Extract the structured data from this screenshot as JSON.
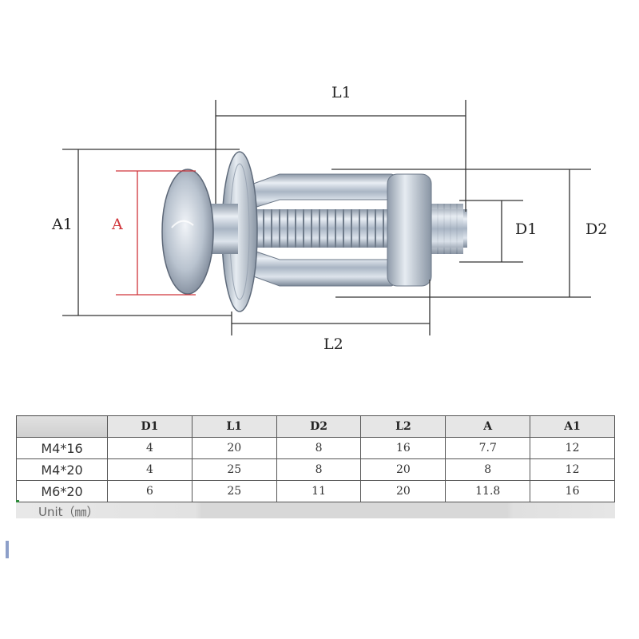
{
  "diagram": {
    "labels": {
      "l1": "L1",
      "l2": "L2",
      "a1": "A1",
      "a": "A",
      "d1": "D1",
      "d2": "D2"
    },
    "colors": {
      "line": "#333333",
      "accent": "#d0343a",
      "metal": "#b8c4d2"
    }
  },
  "table": {
    "headers": [
      "",
      "D1",
      "L1",
      "D2",
      "L2",
      "A",
      "A1"
    ],
    "rows": [
      {
        "model": "M4*16",
        "d1": "4",
        "l1": "20",
        "d2": "8",
        "l2": "16",
        "a": "7.7",
        "a1": "12"
      },
      {
        "model": "M4*20",
        "d1": "4",
        "l1": "25",
        "d2": "8",
        "l2": "20",
        "a": "8",
        "a1": "12"
      },
      {
        "model": "M6*20",
        "d1": "6",
        "l1": "25",
        "d2": "11",
        "l2": "20",
        "a": "11.8",
        "a1": "16"
      }
    ],
    "unit": "Unit（㎜）"
  }
}
